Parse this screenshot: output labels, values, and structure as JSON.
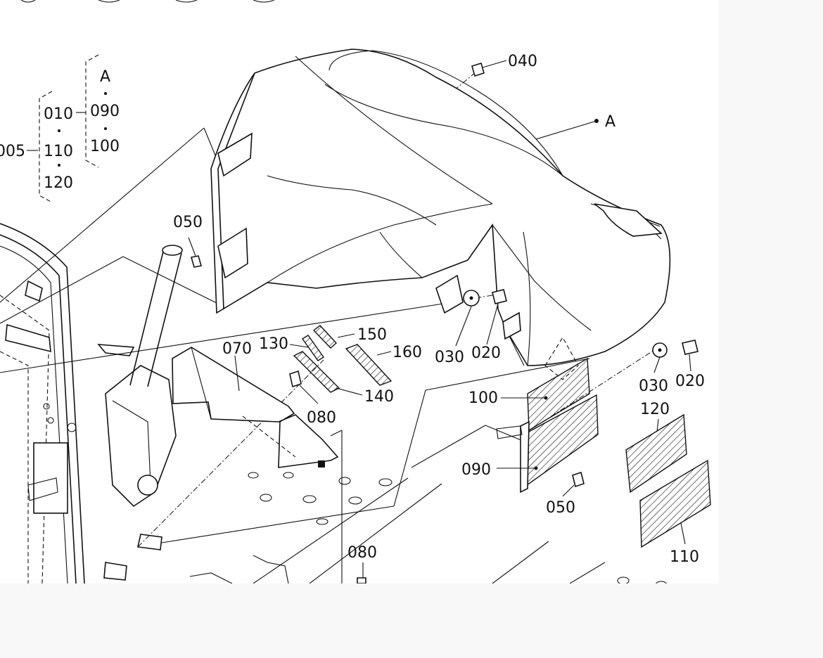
{
  "diagram": {
    "labels": {
      "l040": "040",
      "lA_right": "A",
      "lA_tree": "A",
      "l005": "005",
      "l010": "010",
      "l090_tree": "090",
      "l100_tree": "100",
      "l110_tree": "110",
      "l120_tree": "120",
      "l050_top": "050",
      "l070": "070",
      "l130": "130",
      "l150": "150",
      "l160": "160",
      "l140": "140",
      "l080_mid": "080",
      "l030_a": "030",
      "l020_a": "020",
      "l030_b": "030",
      "l020_b": "020",
      "l100": "100",
      "l120": "120",
      "l090": "090",
      "l050_bottom": "050",
      "l110": "110",
      "l080_bottom": "080"
    }
  }
}
